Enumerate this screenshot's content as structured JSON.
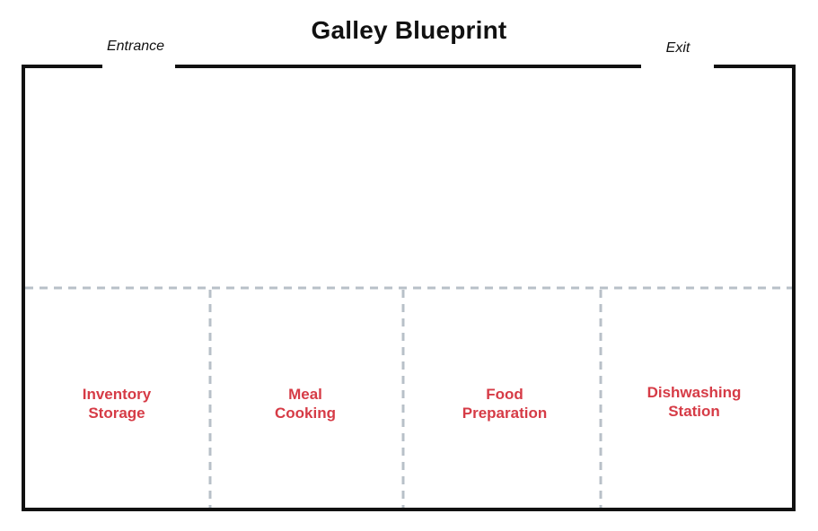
{
  "title": "Galley Blueprint",
  "doors": {
    "entrance": "Entrance",
    "exit": "Exit"
  },
  "zones": [
    {
      "line1": "Inventory",
      "line2": "Storage"
    },
    {
      "line1": "Meal",
      "line2": "Cooking"
    },
    {
      "line1": "Food",
      "line2": "Preparation"
    },
    {
      "line1": "Dishwashing",
      "line2": "Station"
    }
  ],
  "colors": {
    "wall": "#111111",
    "divider": "#b8c0c8",
    "zone_text": "#d63b46"
  }
}
